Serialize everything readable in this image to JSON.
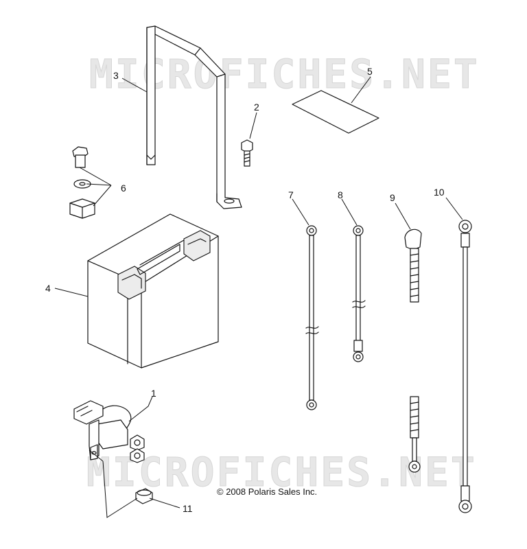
{
  "watermark": {
    "top": "MICROFICHES.NET",
    "bottom": "MICROFICHES.NET"
  },
  "copyright": "© 2008 Polaris Sales Inc.",
  "callouts": {
    "c1": "1",
    "c2": "2",
    "c3": "3",
    "c4": "4",
    "c5": "5",
    "c6": "6",
    "c7": "7",
    "c8": "8",
    "c9": "9",
    "c10": "10",
    "c11": "11"
  }
}
